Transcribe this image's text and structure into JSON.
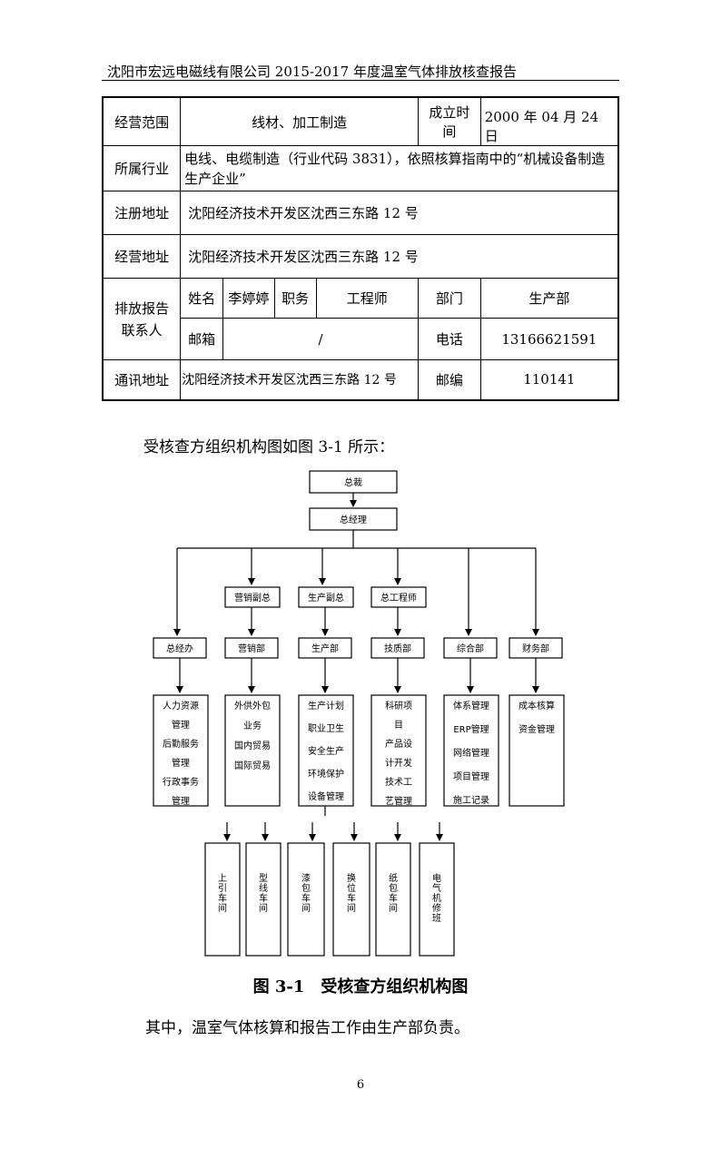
{
  "header": "沈阳市宏远电磁线有限公司 2015-2017 年度温室气体排放核查报告",
  "table": {
    "scope_label": "经营范围",
    "scope_value": "线材、加工制造",
    "founded_label": "成立时间",
    "founded_value": "2000 年 04 月 24 日",
    "industry_label": "所属行业",
    "industry_value": "电线、电缆制造（行业代码 3831），依照核算指南中的“机械设备制造生产企业”",
    "reg_addr_label": "注册地址",
    "reg_addr_value": "沈阳经济技术开发区沈西三东路 12 号",
    "biz_addr_label": "经营地址",
    "biz_addr_value": "沈阳经济技术开发区沈西三东路 12 号",
    "contact_label": "排放报告联系人",
    "name_label": "姓名",
    "name_value": "李婷婷",
    "position_label": "职务",
    "position_value": "工程师",
    "dept_label": "部门",
    "dept_value": "生产部",
    "email_label": "邮箱",
    "email_value": "/",
    "phone_label": "电话",
    "phone_value": "13166621591",
    "mail_addr_label": "通讯地址",
    "mail_addr_value": "沈阳经济技术开发区沈西三东路 12 号",
    "postcode_label": "邮编",
    "postcode_value": "110141"
  },
  "intro": "受核查方组织机构图如图 3-1 所示：",
  "org": {
    "ceo": "总裁",
    "gm": "总经理",
    "vp_sales": "营销副总",
    "vp_prod": "生产副总",
    "chief_eng": "总工程师",
    "depts": [
      "总经办",
      "营销部",
      "生产部",
      "技质部",
      "综合部",
      "财务部"
    ],
    "duties": [
      [
        "人力资源",
        "管理",
        "后勤服务",
        "管理",
        "行政事务",
        "管理"
      ],
      [
        "外供外包",
        "业务",
        "国内贸易",
        "国际贸易"
      ],
      [
        "生产计划",
        "职业卫生",
        "安全生产",
        "环境保护",
        "设备管理"
      ],
      [
        "科研项",
        "目",
        "产品设",
        "计开发",
        "技术工",
        "艺管理"
      ],
      [
        "体系管理",
        "ERP管理",
        "网络管理",
        "项目管理",
        "施工记录"
      ],
      [
        "成本核算",
        "资金管理"
      ]
    ],
    "workshops": [
      "上引车间",
      "型线车间",
      "漆包车间",
      "换位车间",
      "纸包车间",
      "电气机修班"
    ]
  },
  "caption": "图 3-1　受核查方组织机构图",
  "outro": "其中，温室气体核算和报告工作由生产部负责。",
  "page_number": "6"
}
